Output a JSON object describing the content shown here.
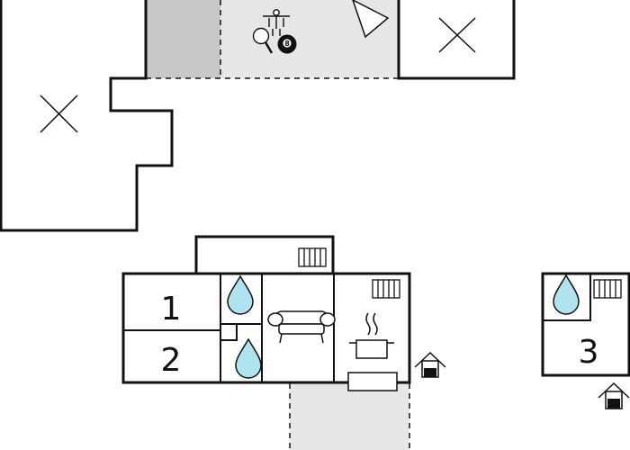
{
  "plan": {
    "rooms": [
      {
        "id": "bedroom-1",
        "label": "1"
      },
      {
        "id": "bedroom-2",
        "label": "2"
      },
      {
        "id": "bedroom-3",
        "label": "3"
      }
    ],
    "icons": [
      "table-tennis-icon",
      "foosball-icon",
      "billiard-ball-icon",
      "tent-icon",
      "radiator-icon",
      "water-drop-icon",
      "sofa-icon",
      "cooking-pot-icon",
      "house-entrance-icon"
    ],
    "billiard_ball_number": "8",
    "colors": {
      "wall": "#111111",
      "terrace_fill": "#e6e6e6",
      "dark_fill": "#c8c8c8",
      "water": "#aee3ef"
    }
  }
}
